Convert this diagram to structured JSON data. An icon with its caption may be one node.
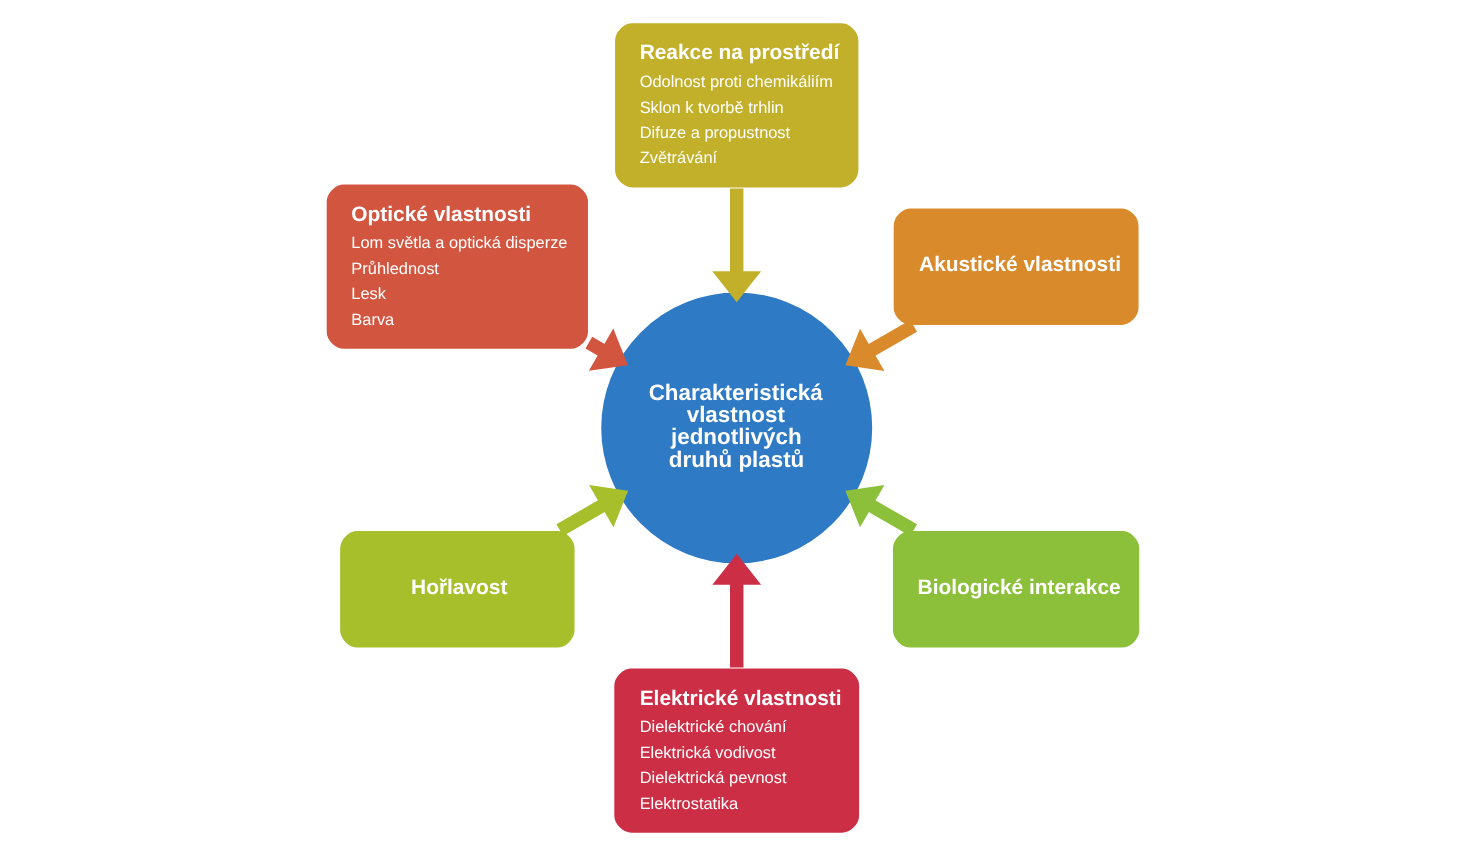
{
  "diagram": {
    "nodes": [
      {
        "text": [
          "Akustické vlastnosti"
        ]
      },
      {
        "text": [
          "Reakce na prostředí",
          "Odolnost proti chemikáliím",
          "Sklon k tvorbě trhlin",
          "Difuze a propustnost",
          "Zvětrávání"
        ]
      },
      {
        "text": [
          "Optické vlastnosti",
          "Lom světla a optická disperze",
          "Průhlednost",
          "Lesk",
          "Barva"
        ]
      },
      {
        "text": [
          "Hořlavost"
        ]
      },
      {
        "text": [
          "Elektrické vlastnosti",
          "Dielektrické chování",
          "Elektrická vodivost",
          "Dielektrická pevnost",
          "Elektrostatika"
        ]
      },
      {
        "text": [
          "Charakteristická vlastnost jednotlivých druhů plastů"
        ]
      },
      {
        "text": [
          "Biologické interakce"
        ]
      }
    ],
    "edges": [
      {
        "from": 0,
        "to": 5,
        "arrow": "to",
        "color": "#d98a2b"
      },
      {
        "from": 1,
        "to": 5,
        "arrow": "to",
        "color": "#c2b02a"
      },
      {
        "from": 2,
        "to": 5,
        "arrow": "to",
        "color": "#d2553f"
      },
      {
        "from": 3,
        "to": 5,
        "arrow": "to",
        "color": "#a6bf2a"
      },
      {
        "from": 4,
        "to": 5,
        "arrow": "to",
        "color": "#cc2f45"
      },
      {
        "from": 6,
        "to": 5,
        "arrow": "to",
        "color": "#8cc03a"
      }
    ]
  }
}
